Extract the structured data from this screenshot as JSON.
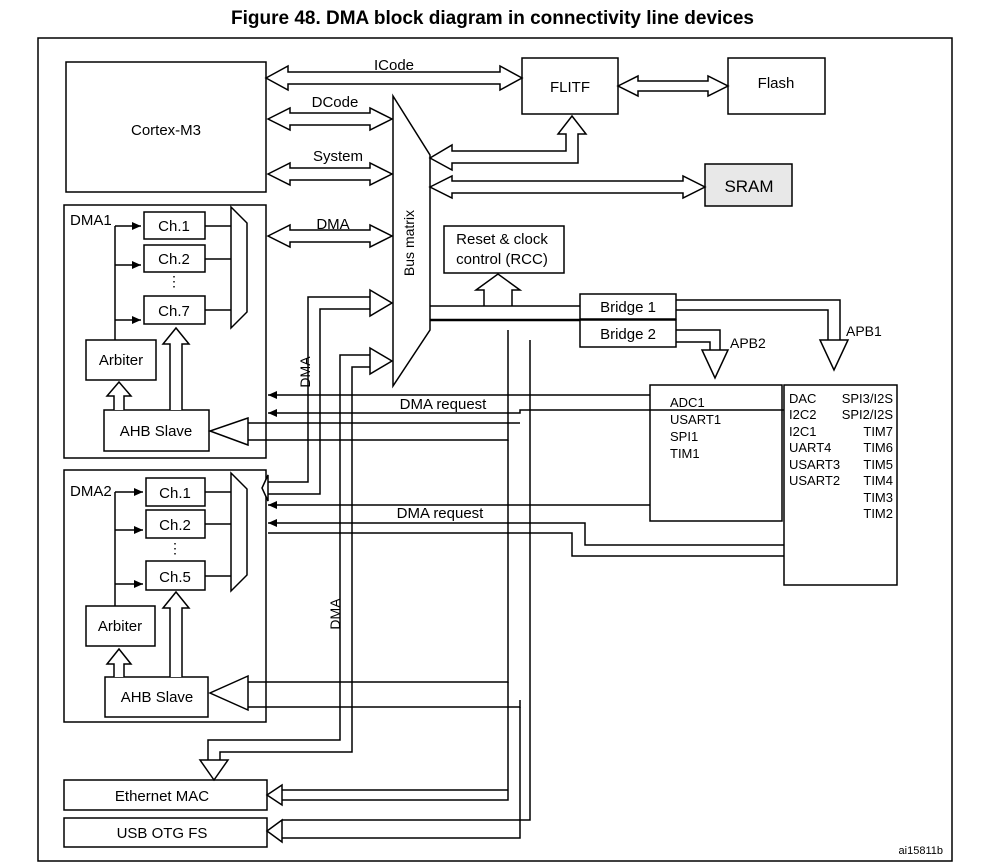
{
  "title": "Figure 48. DMA block diagram in connectivity line devices",
  "blocks": {
    "cortex": "Cortex-M3",
    "flitf": "FLITF",
    "flash": "Flash",
    "sram": "SRAM",
    "rcc_line1": "Reset & clock",
    "rcc_line2": "control (RCC)",
    "bridge1": "Bridge  1",
    "bridge2": "Bridge  2",
    "bus_matrix": "Bus matrix",
    "ethernet": "Ethernet MAC",
    "usb": "USB OTG FS"
  },
  "buses": {
    "icode": "ICode",
    "dcode": "DCode",
    "system": "System",
    "dma": "DMA",
    "apb1": "APB1",
    "apb2": "APB2",
    "dma_vertical_1": "DMA",
    "dma_vertical_2": "DMA"
  },
  "dma1": {
    "label": "DMA1",
    "channels": [
      "Ch.1",
      "Ch.2",
      "Ch.7"
    ],
    "arbiter": "Arbiter",
    "ahb_slave": "AHB Slave"
  },
  "dma2": {
    "label": "DMA2",
    "channels": [
      "Ch.1",
      "Ch.2",
      "Ch.5"
    ],
    "arbiter": "Arbiter",
    "ahb_slave": "AHB Slave"
  },
  "dma_request_1": "DMA request",
  "dma_request_2": "DMA request",
  "apb2_peripherals": [
    "ADC1",
    "USART1",
    "SPI1",
    "TIM1"
  ],
  "apb1_peripherals_left": [
    "DAC",
    "I2C2",
    "I2C1",
    "UART4",
    "USART3",
    "USART2"
  ],
  "apb1_peripherals_right": [
    "SPI3/I2S",
    "SPI2/I2S",
    "TIM7",
    "TIM6",
    "TIM5",
    "TIM4",
    "TIM3",
    "TIM2"
  ],
  "figure_id": "ai15811b"
}
